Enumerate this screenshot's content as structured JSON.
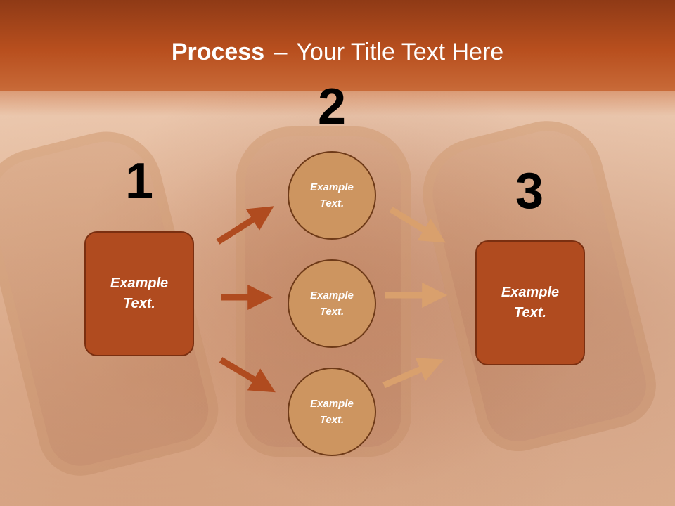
{
  "slide": {
    "title_bold": "Process",
    "title_separator": "–",
    "title_rest": "Your Title Text Here"
  },
  "steps": {
    "step1_number": "1",
    "step2_number": "2",
    "step3_number": "3"
  },
  "boxes": {
    "left_text": "Example\nText.",
    "right_text": "Example\nText."
  },
  "circles": [
    {
      "text": "Example\nText."
    },
    {
      "text": "Example\nText."
    },
    {
      "text": "Example\nText."
    }
  ],
  "colors": {
    "header": "#b84f1e",
    "box_fill": "#b04b1f",
    "circle_fill": "#cd9560",
    "arrow_dark": "#b04b1f",
    "arrow_light": "#d9a06d"
  }
}
